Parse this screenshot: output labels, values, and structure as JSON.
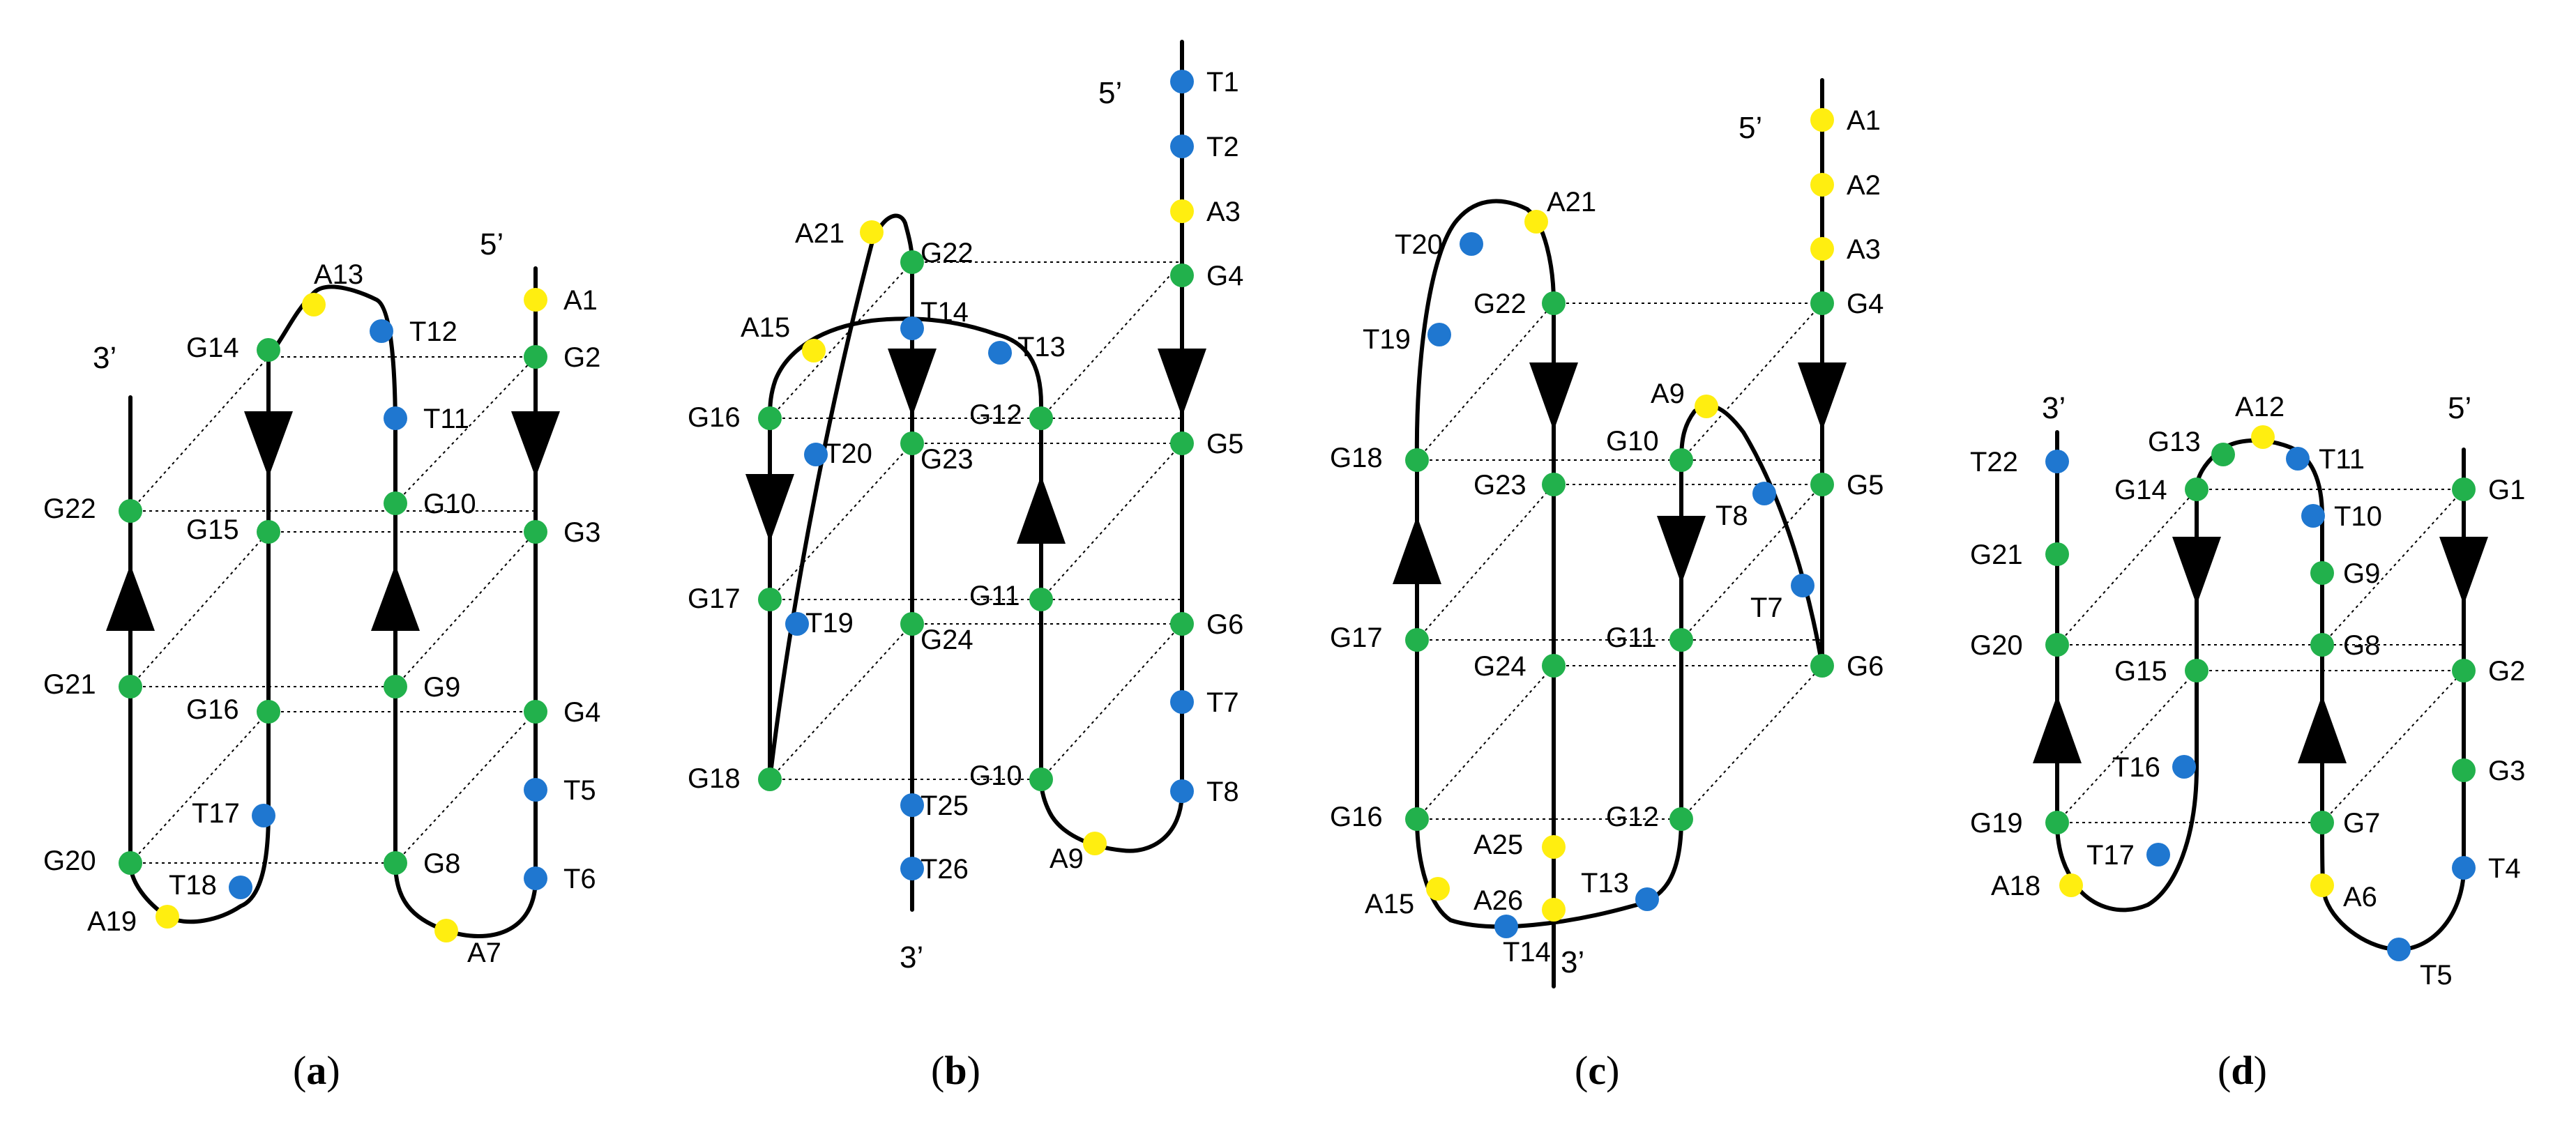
{
  "colors": {
    "G": "#22b14c",
    "T": "#1f77d0",
    "A": "#ffee10",
    "line": "#000000"
  },
  "panels": [
    {
      "id": "a",
      "caption_open": "(",
      "caption_letter": "a",
      "caption_close": ")",
      "end5": "5’",
      "end3": "3’",
      "nucleotides": [
        {
          "label": "A1",
          "base": "A"
        },
        {
          "label": "G2",
          "base": "G"
        },
        {
          "label": "G3",
          "base": "G"
        },
        {
          "label": "G4",
          "base": "G"
        },
        {
          "label": "T5",
          "base": "T"
        },
        {
          "label": "T6",
          "base": "T"
        },
        {
          "label": "A7",
          "base": "A"
        },
        {
          "label": "G8",
          "base": "G"
        },
        {
          "label": "G9",
          "base": "G"
        },
        {
          "label": "G10",
          "base": "G"
        },
        {
          "label": "T11",
          "base": "T"
        },
        {
          "label": "T12",
          "base": "T"
        },
        {
          "label": "A13",
          "base": "A"
        },
        {
          "label": "G14",
          "base": "G"
        },
        {
          "label": "G15",
          "base": "G"
        },
        {
          "label": "G16",
          "base": "G"
        },
        {
          "label": "T17",
          "base": "T"
        },
        {
          "label": "T18",
          "base": "T"
        },
        {
          "label": "A19",
          "base": "A"
        },
        {
          "label": "G20",
          "base": "G"
        },
        {
          "label": "G21",
          "base": "G"
        },
        {
          "label": "G22",
          "base": "G"
        }
      ]
    },
    {
      "id": "b",
      "caption_open": "(",
      "caption_letter": "b",
      "caption_close": ")",
      "end5": "5’",
      "end3": "3’",
      "nucleotides": [
        {
          "label": "T1",
          "base": "T"
        },
        {
          "label": "T2",
          "base": "T"
        },
        {
          "label": "A3",
          "base": "A"
        },
        {
          "label": "G4",
          "base": "G"
        },
        {
          "label": "G5",
          "base": "G"
        },
        {
          "label": "G6",
          "base": "G"
        },
        {
          "label": "T7",
          "base": "T"
        },
        {
          "label": "T8",
          "base": "T"
        },
        {
          "label": "A9",
          "base": "A"
        },
        {
          "label": "G10",
          "base": "G"
        },
        {
          "label": "G11",
          "base": "G"
        },
        {
          "label": "G12",
          "base": "G"
        },
        {
          "label": "T13",
          "base": "T"
        },
        {
          "label": "T14",
          "base": "T"
        },
        {
          "label": "A15",
          "base": "A"
        },
        {
          "label": "G16",
          "base": "G"
        },
        {
          "label": "G17",
          "base": "G"
        },
        {
          "label": "G18",
          "base": "G"
        },
        {
          "label": "T19",
          "base": "T"
        },
        {
          "label": "T20",
          "base": "T"
        },
        {
          "label": "A21",
          "base": "A"
        },
        {
          "label": "G22",
          "base": "G"
        },
        {
          "label": "G23",
          "base": "G"
        },
        {
          "label": "G24",
          "base": "G"
        },
        {
          "label": "T25",
          "base": "T"
        },
        {
          "label": "T26",
          "base": "T"
        }
      ]
    },
    {
      "id": "c",
      "caption_open": "(",
      "caption_letter": "c",
      "caption_close": ")",
      "end5": "5’",
      "end3": "3’",
      "nucleotides": [
        {
          "label": "A1",
          "base": "A"
        },
        {
          "label": "A2",
          "base": "A"
        },
        {
          "label": "A3",
          "base": "A"
        },
        {
          "label": "G4",
          "base": "G"
        },
        {
          "label": "G5",
          "base": "G"
        },
        {
          "label": "G6",
          "base": "G"
        },
        {
          "label": "T7",
          "base": "T"
        },
        {
          "label": "T8",
          "base": "T"
        },
        {
          "label": "A9",
          "base": "A"
        },
        {
          "label": "G10",
          "base": "G"
        },
        {
          "label": "G11",
          "base": "G"
        },
        {
          "label": "G12",
          "base": "G"
        },
        {
          "label": "T13",
          "base": "T"
        },
        {
          "label": "T14",
          "base": "T"
        },
        {
          "label": "A15",
          "base": "A"
        },
        {
          "label": "G16",
          "base": "G"
        },
        {
          "label": "G17",
          "base": "G"
        },
        {
          "label": "G18",
          "base": "G"
        },
        {
          "label": "T19",
          "base": "T"
        },
        {
          "label": "T20",
          "base": "T"
        },
        {
          "label": "A21",
          "base": "A"
        },
        {
          "label": "G22",
          "base": "G"
        },
        {
          "label": "G23",
          "base": "G"
        },
        {
          "label": "G24",
          "base": "G"
        },
        {
          "label": "A25",
          "base": "A"
        },
        {
          "label": "A26",
          "base": "A"
        }
      ]
    },
    {
      "id": "d",
      "caption_open": "(",
      "caption_letter": "d",
      "caption_close": ")",
      "end5": "5’",
      "end3": "3’",
      "nucleotides": [
        {
          "label": "G1",
          "base": "G"
        },
        {
          "label": "G2",
          "base": "G"
        },
        {
          "label": "G3",
          "base": "G"
        },
        {
          "label": "T4",
          "base": "T"
        },
        {
          "label": "T5",
          "base": "T"
        },
        {
          "label": "A6",
          "base": "A"
        },
        {
          "label": "G7",
          "base": "G"
        },
        {
          "label": "G8",
          "base": "G"
        },
        {
          "label": "G9",
          "base": "G"
        },
        {
          "label": "T10",
          "base": "T"
        },
        {
          "label": "T11",
          "base": "T"
        },
        {
          "label": "A12",
          "base": "A"
        },
        {
          "label": "G13",
          "base": "G"
        },
        {
          "label": "G14",
          "base": "G"
        },
        {
          "label": "G15",
          "base": "G"
        },
        {
          "label": "T16",
          "base": "T"
        },
        {
          "label": "T17",
          "base": "T"
        },
        {
          "label": "A18",
          "base": "A"
        },
        {
          "label": "G19",
          "base": "G"
        },
        {
          "label": "G20",
          "base": "G"
        },
        {
          "label": "G21",
          "base": "G"
        },
        {
          "label": "T22",
          "base": "T"
        }
      ]
    }
  ]
}
